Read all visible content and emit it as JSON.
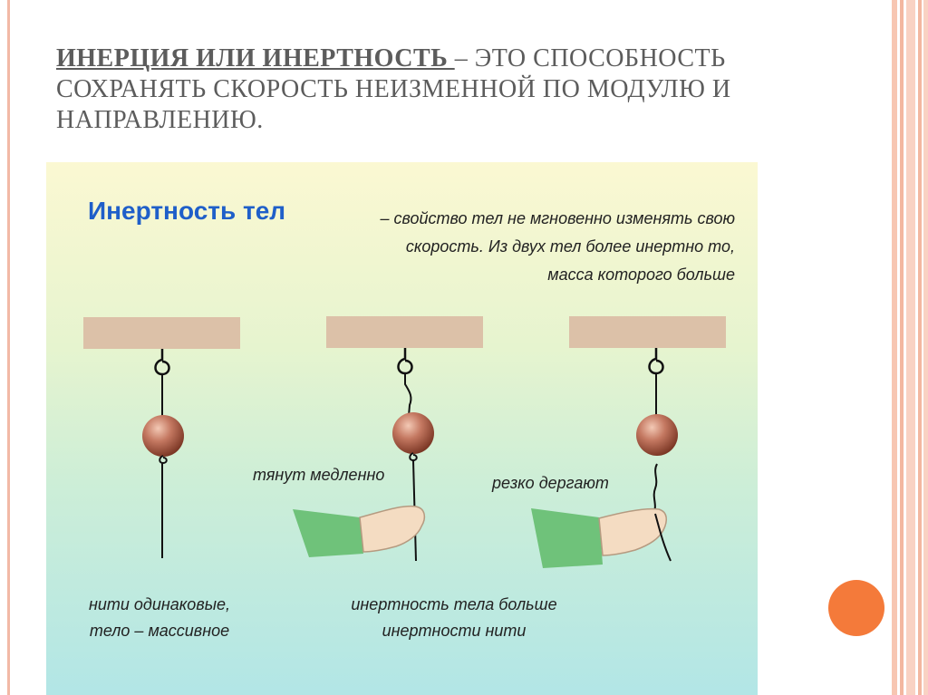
{
  "slide": {
    "title_term": "ИНЕРЦИЯ ИЛИ ИНЕРТНОСТЬ ",
    "title_rest": "– ЭТО СПОСОБНОСТЬ СОХРАНЯТЬ СКОРОСТЬ НЕИЗМЕННОЙ ПО МОДУЛЮ И НАПРАВЛЕНИЮ."
  },
  "figure": {
    "heading": "Инертность тел",
    "definition": "– свойство тел не мгновенно изменять свою скорость. Из двух тел более инертно то, масса которого больше",
    "label_slow": "тянут медленно",
    "label_jerk": "резко дергают",
    "caption_left_line1": "нити одинаковые,",
    "caption_left_line2": "тело – массивное",
    "caption_right_line1": "инертность тела больше",
    "caption_right_line2": "инертности нити"
  },
  "colors": {
    "accent_orange": "#f47a3a",
    "heading_blue": "#1f5fc9",
    "beam": "#dcc1a8",
    "ball": "#b0614a",
    "sleeve": "#6fc27a",
    "skin": "#f4dcc2"
  }
}
